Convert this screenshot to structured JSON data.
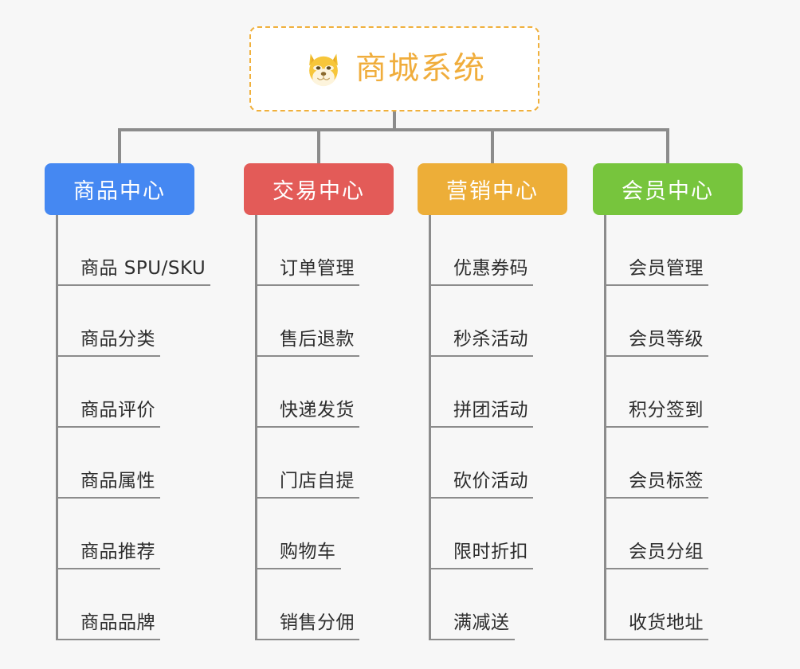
{
  "diagram": {
    "type": "mindmap-tree",
    "background_color": "#f7f7f7",
    "root": {
      "title": "商城系统",
      "icon": "shiba-dog-icon",
      "text_color": "#f0ad3c",
      "border_color": "#f0b03c",
      "border_style": "dashed",
      "fill_color": "#ffffff"
    },
    "connector_color": "#8c8c8c",
    "branches": [
      {
        "label": "商品中心",
        "color": "#4588f2",
        "items": [
          "商品 SPU/SKU",
          "商品分类",
          "商品评价",
          "商品属性",
          "商品推荐",
          "商品品牌"
        ]
      },
      {
        "label": "交易中心",
        "color": "#e35b58",
        "items": [
          "订单管理",
          "售后退款",
          "快递发货",
          "门店自提",
          "购物车",
          "销售分佣"
        ]
      },
      {
        "label": "营销中心",
        "color": "#edae38",
        "items": [
          "优惠券码",
          "秒杀活动",
          "拼团活动",
          "砍价活动",
          "限时折扣",
          "满减送"
        ]
      },
      {
        "label": "会员中心",
        "color": "#77c53d",
        "items": [
          "会员管理",
          "会员等级",
          "积分签到",
          "会员标签",
          "会员分组",
          "收货地址"
        ]
      }
    ]
  }
}
